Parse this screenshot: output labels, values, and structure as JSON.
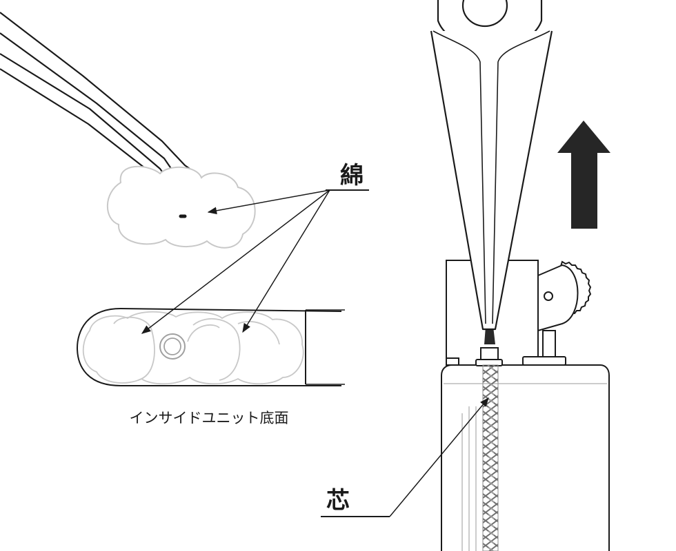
{
  "labels": {
    "cotton": "綿",
    "wick": "芯",
    "inside_unit_bottom": "インサイドユニット底面"
  },
  "colors": {
    "line": "#1a1a1a",
    "cotton_outline": "#c8c8c8",
    "arrow_fill": "#262626",
    "wick_braid": "#8a8a8a"
  }
}
